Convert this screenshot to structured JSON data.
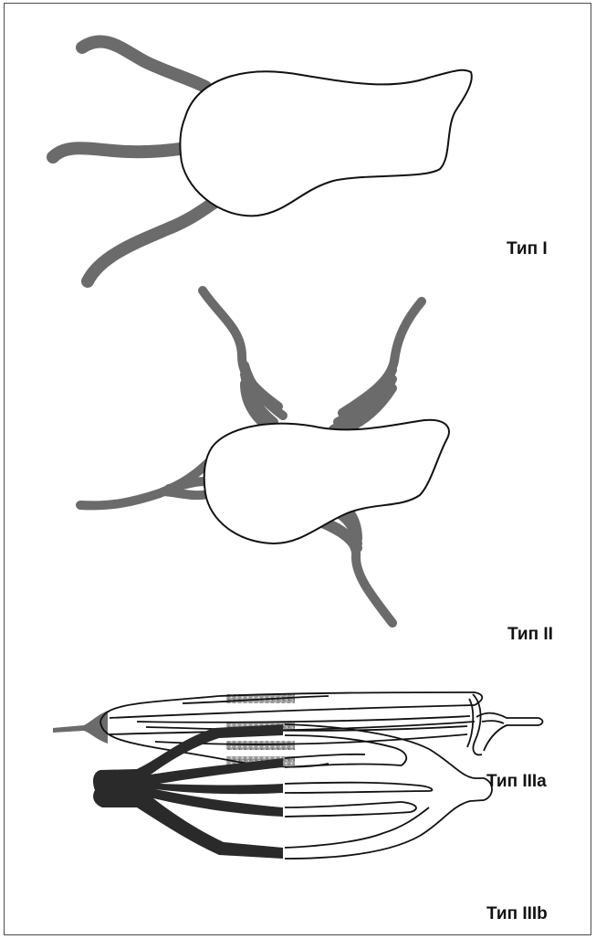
{
  "colors": {
    "root": "#6b6b6b",
    "outline": "#111111",
    "stipple": "#7a7a7a",
    "background": "#ffffff"
  },
  "labels": {
    "type1": "Тип I",
    "type2": "Тип II",
    "type3a": "Тип IIIa",
    "type3b": "Тип IIIb"
  }
}
